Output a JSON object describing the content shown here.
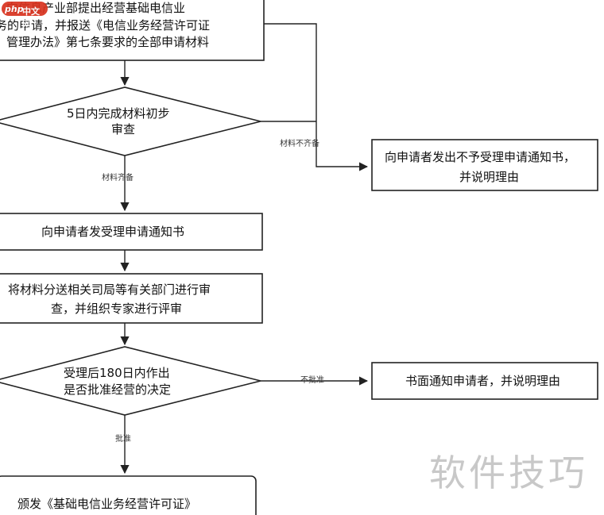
{
  "watermark": {
    "logo": "php",
    "site": "中文网",
    "bottom": "软件技巧"
  },
  "nodes": {
    "submit_box": [
      "向信息产业部提出经营基础电信业",
      "务的申请，并报送《电信业务经营许可证",
      "管理办法》第七条要求的全部申请材料"
    ],
    "review_diamond": [
      "5日内完成材料初步",
      "审查"
    ],
    "reject_box": [
      "向申请者发出不予受理申请通知书，",
      "并说明理由"
    ],
    "accept_box": [
      "向申请者发受理申请通知书"
    ],
    "forward_box": [
      "将材料分送相关司局等有关部门进行审",
      "查，并组织专家进行评审"
    ],
    "decision_diamond": [
      "受理后180日内作出",
      "是否批准经营的决定"
    ],
    "notify_box": [
      "书面通知申请者，并说明理由"
    ],
    "license_box": [
      "颁发《基础电信业务经营许可证》"
    ]
  },
  "edges": {
    "incomplete": "材料不齐备",
    "complete": "材料齐备",
    "not_approved": "不批准",
    "approved": "批准"
  }
}
